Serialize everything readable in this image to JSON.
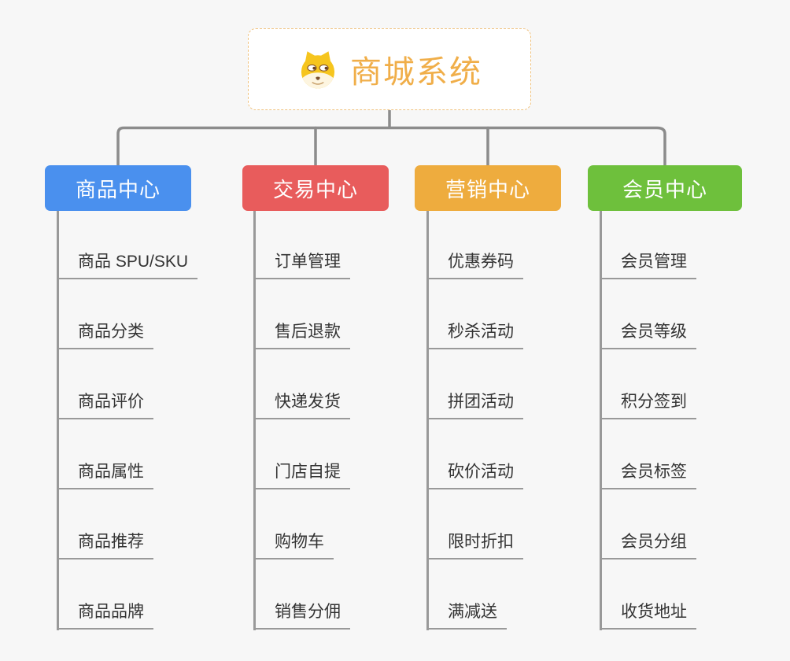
{
  "page": {
    "background_color": "#f7f7f7"
  },
  "root": {
    "title": "商城系统",
    "icon": "dog-face-icon",
    "title_color": "#f0ae49",
    "border_color": "#f0c27e",
    "background_color": "#ffffff"
  },
  "connector": {
    "color": "#8c8c8c"
  },
  "branches": [
    {
      "label": "商品中心",
      "color": "#4a90ee",
      "children": [
        "商品 SPU/SKU",
        "商品分类",
        "商品评价",
        "商品属性",
        "商品推荐",
        "商品品牌"
      ]
    },
    {
      "label": "交易中心",
      "color": "#e85c5c",
      "children": [
        "订单管理",
        "售后退款",
        "快递发货",
        "门店自提",
        "购物车",
        "销售分佣"
      ]
    },
    {
      "label": "营销中心",
      "color": "#eeac3e",
      "children": [
        "优惠券码",
        "秒杀活动",
        "拼团活动",
        "砍价活动",
        "限时折扣",
        "满减送"
      ]
    },
    {
      "label": "会员中心",
      "color": "#6ec03c",
      "children": [
        "会员管理",
        "会员等级",
        "积分签到",
        "会员标签",
        "会员分组",
        "收货地址"
      ]
    }
  ]
}
